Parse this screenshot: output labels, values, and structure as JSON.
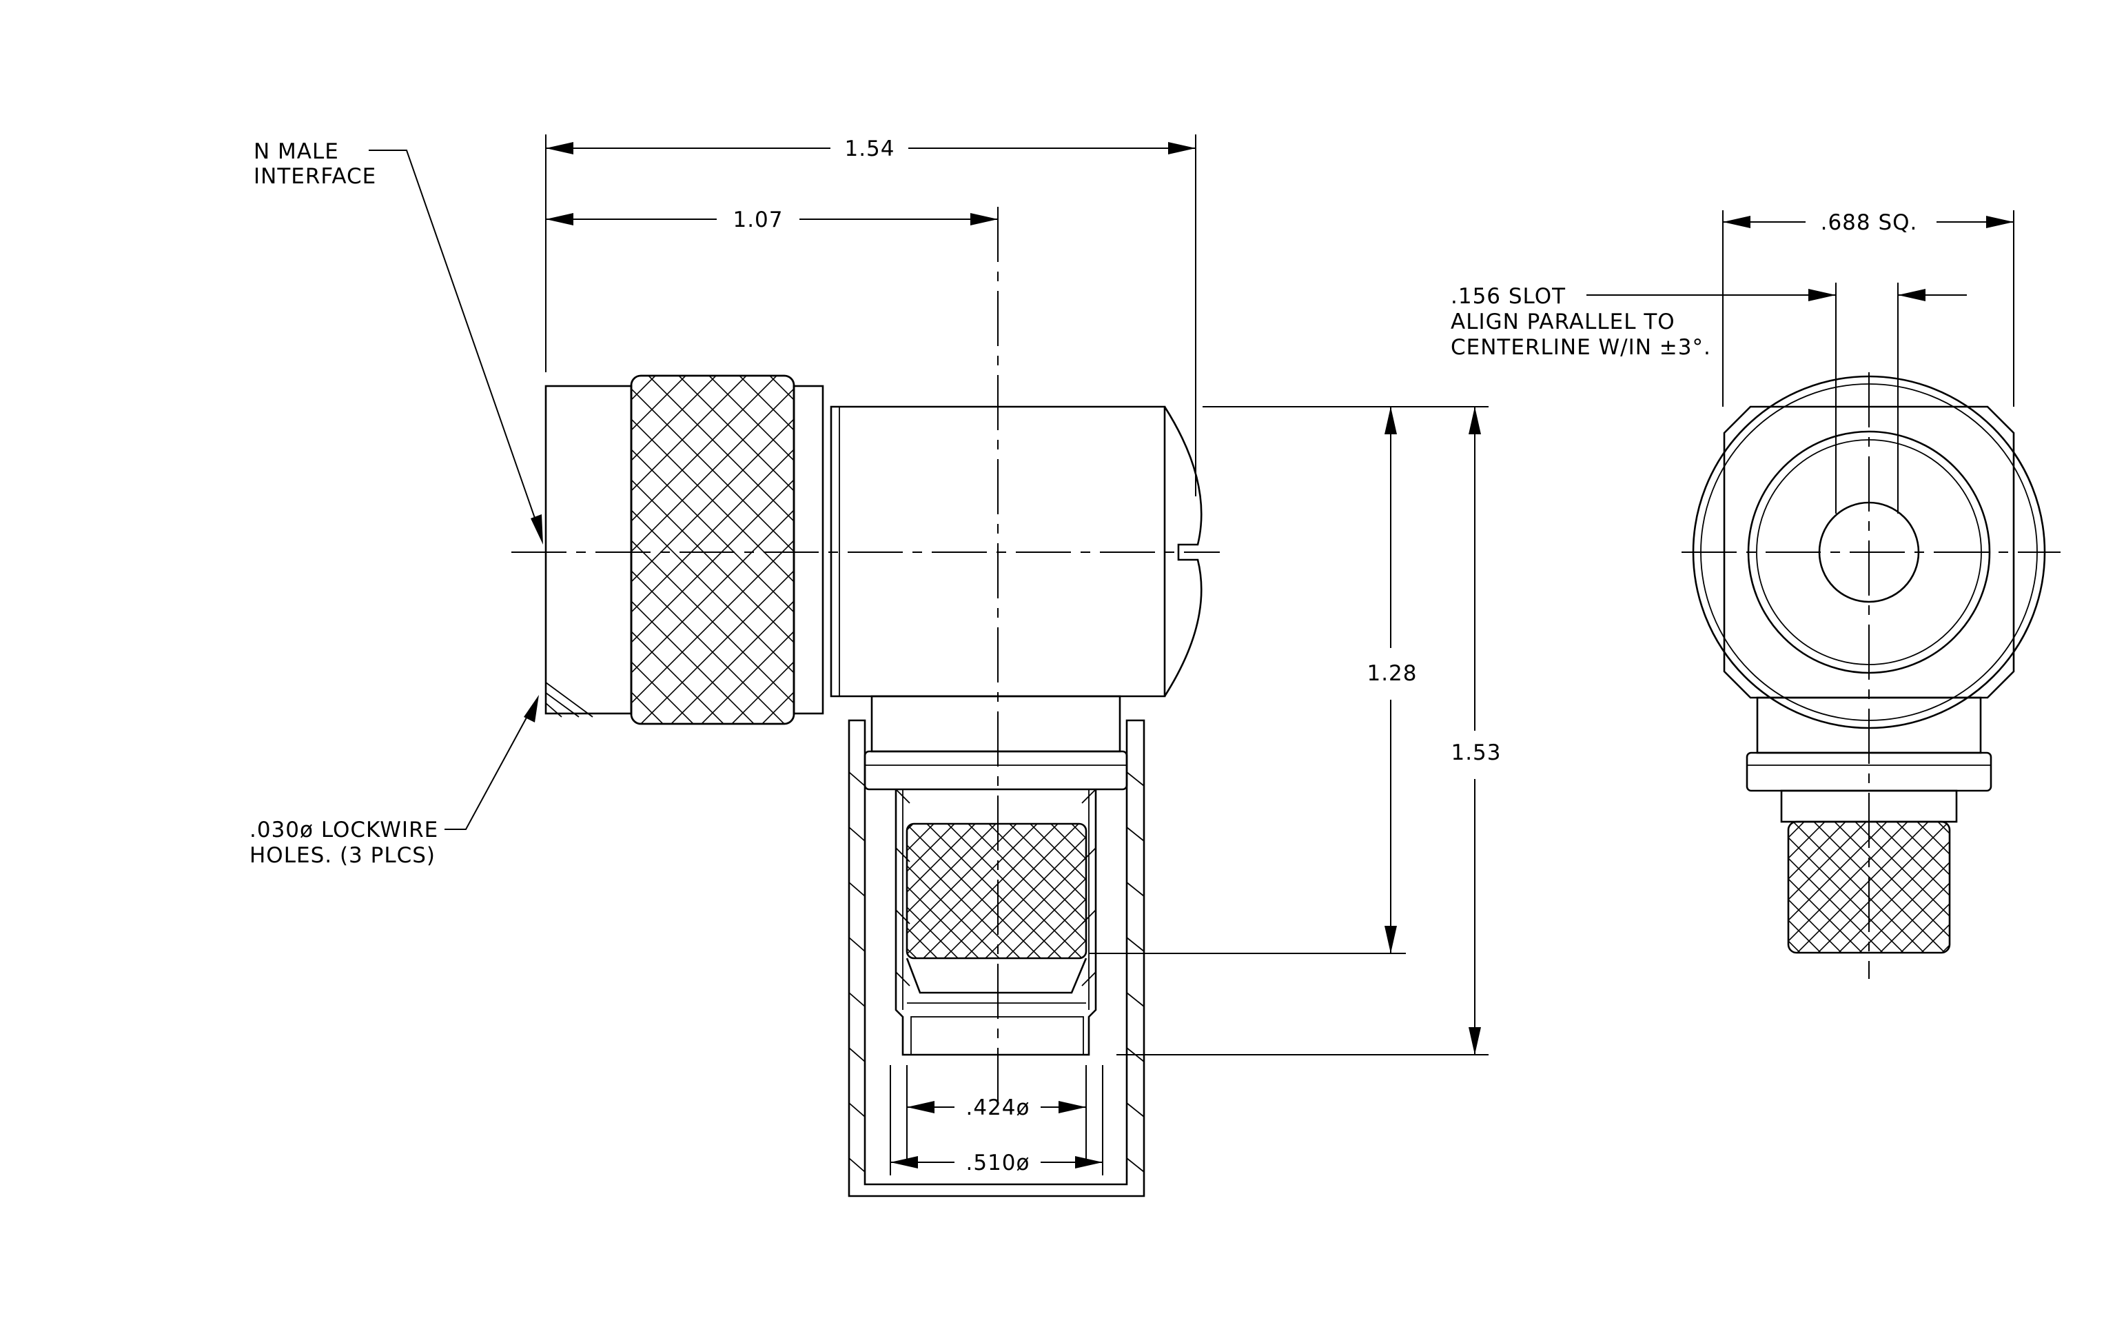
{
  "callouts": {
    "interface_line1": "N MALE",
    "interface_line2": "INTERFACE",
    "lockwire_line1": ".030ø LOCKWIRE",
    "lockwire_line2": "HOLES. (3 PLCS)",
    "slot_line1": ".156 SLOT",
    "slot_line2": "ALIGN PARALLEL TO",
    "slot_line3": "CENTERLINE W/IN ±3°."
  },
  "dimensions": {
    "overall_length": "1.54",
    "center_offset": "1.07",
    "height_to_ferrule": "1.28",
    "overall_height": "1.53",
    "inner_diameter": ".424ø",
    "outer_diameter": ".510ø",
    "square_size": ".688 SQ."
  }
}
